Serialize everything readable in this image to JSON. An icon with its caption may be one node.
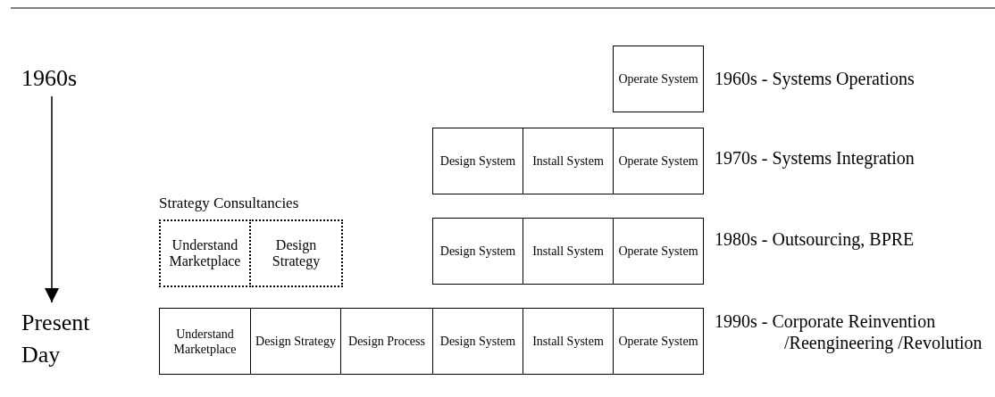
{
  "diagram": {
    "nodes": [
      {
        "text": [
          "1960s"
        ]
      },
      {
        "text": [
          "Operate System"
        ]
      },
      {
        "text": [
          "Design System"
        ]
      },
      {
        "text": [
          "Install System"
        ]
      },
      {
        "text": [
          "Operate System"
        ]
      },
      {
        "text": [
          "Strategy Consultancies"
        ]
      },
      {
        "text": [
          "Understand Marketplace"
        ],
        "in": 5
      },
      {
        "text": [
          "Design Strategy"
        ],
        "in": 5
      },
      {
        "text": [
          "Design System"
        ]
      },
      {
        "text": [
          "Install System"
        ]
      },
      {
        "text": [
          "Operate System"
        ]
      },
      {
        "text": [
          "Present Day"
        ]
      },
      {
        "text": [
          "Understand Marketplace"
        ]
      },
      {
        "text": [
          "Design Strategy"
        ]
      },
      {
        "text": [
          "Design Process"
        ]
      },
      {
        "text": [
          "Design System"
        ]
      },
      {
        "text": [
          "Install System"
        ]
      },
      {
        "text": [
          "Operate System"
        ]
      }
    ],
    "edges": [
      {
        "from": 0,
        "to": 11,
        "arrow": "to"
      }
    ],
    "labels": [
      "1960s - Systems Operations",
      "1970s - Systems Integration",
      "1980s - Outsourcing, BPRE",
      "1990s - Corporate Reinvention /Reengineering /Revolution"
    ]
  }
}
